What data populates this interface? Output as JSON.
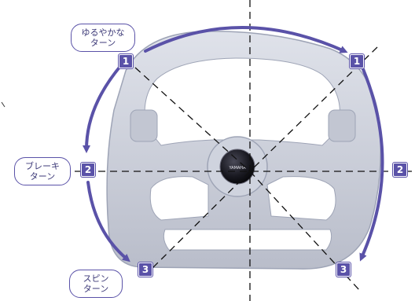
{
  "colors": {
    "accent": "#5a52a8",
    "wheel": "#cfd3de",
    "wheel_shadow": "#9ea4b6",
    "hub": "#1a1a22",
    "guide_lines": "#111111"
  },
  "labels": {
    "gentle_turn": {
      "line1": "ゆるやかな",
      "line2": "ターン"
    },
    "brake_turn": {
      "line1": "ブレーキ",
      "line2": "ターン"
    },
    "spin_turn": {
      "line1": "スピン",
      "line2": "ターン"
    }
  },
  "badges": {
    "top_left": "1",
    "top_right": "1",
    "mid_left": "2",
    "mid_right": "2",
    "bottom_left": "3",
    "bottom_right": "3"
  },
  "hub_logo": "YAMAHA"
}
